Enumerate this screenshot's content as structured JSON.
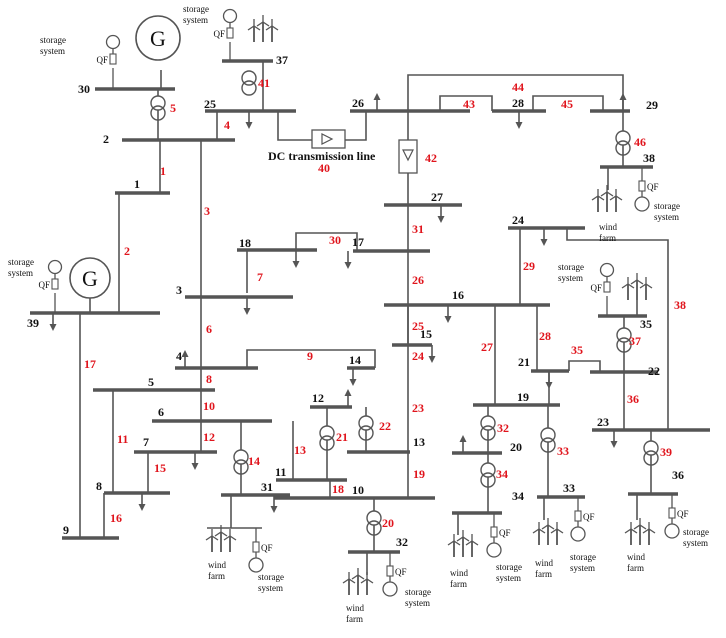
{
  "bus_labels": [
    "1",
    "2",
    "3",
    "4",
    "5",
    "6",
    "7",
    "8",
    "9",
    "10",
    "11",
    "12",
    "13",
    "14",
    "15",
    "16",
    "17",
    "18",
    "19",
    "20",
    "21",
    "22",
    "23",
    "24",
    "25",
    "26",
    "27",
    "28",
    "29",
    "30",
    "31",
    "32",
    "33",
    "34",
    "35",
    "36",
    "37",
    "38",
    "39"
  ],
  "line_labels": [
    "1",
    "2",
    "3",
    "4",
    "5",
    "6",
    "7",
    "8",
    "9",
    "10",
    "11",
    "12",
    "13",
    "14",
    "15",
    "16",
    "17",
    "18",
    "19",
    "20",
    "21",
    "22",
    "23",
    "24",
    "25",
    "26",
    "27",
    "28",
    "29",
    "30",
    "31",
    "32",
    "33",
    "34",
    "35",
    "36",
    "37",
    "38",
    "39",
    "40",
    "41",
    "42",
    "43",
    "44",
    "45",
    "46"
  ],
  "dc_line_label": "DC transmission line",
  "generator_label": "G",
  "breaker_label": "QF",
  "storage_label_lines": [
    "storage",
    "system"
  ],
  "wind_label_lines": [
    "wind",
    "farm"
  ],
  "colors": {
    "bus": "#555555",
    "line_numbers": "#e0141c",
    "text": "#111111"
  }
}
